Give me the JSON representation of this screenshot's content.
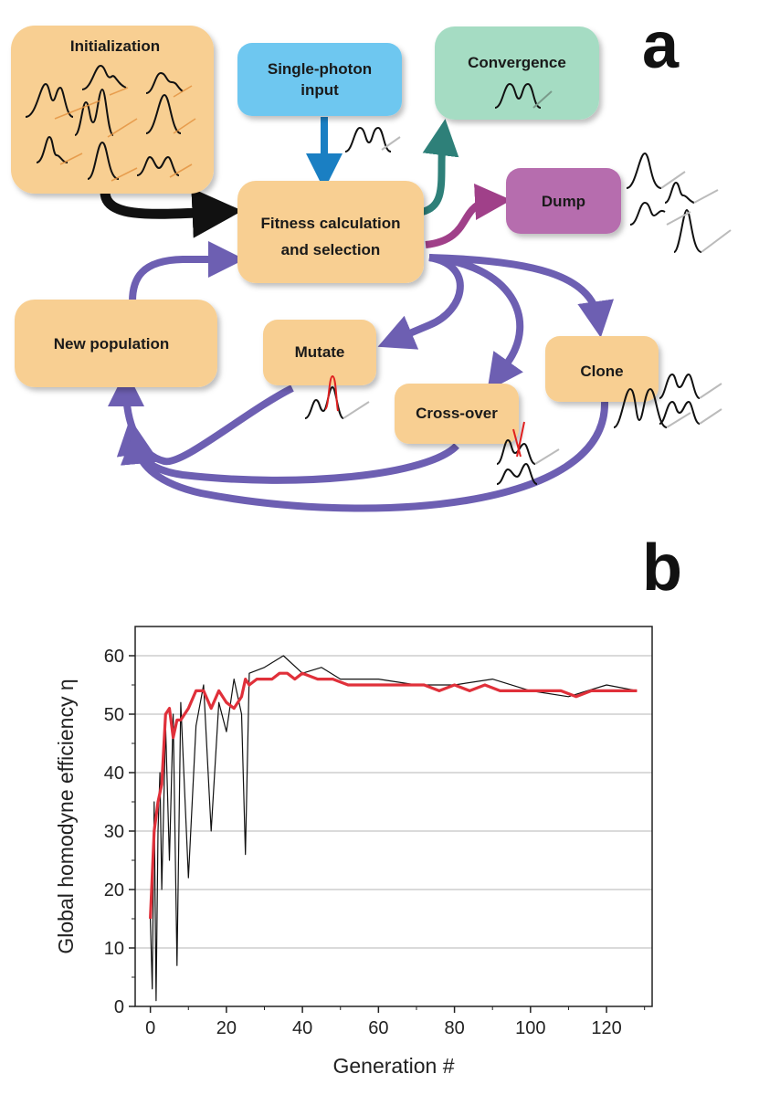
{
  "panel_a": {
    "letter": "a",
    "boxes": {
      "initialization": "Initialization",
      "single_photon_input": [
        "Single-photon",
        "input"
      ],
      "convergence": "Convergence",
      "fitness": [
        "Fitness calculation",
        "and selection"
      ],
      "dump": "Dump",
      "new_population": "New population",
      "mutate": "Mutate",
      "cross_over": "Cross-over",
      "clone": "Clone"
    },
    "colors": {
      "orange_box": "#f8cf92",
      "blue_box": "#6ec7f0",
      "green_box": "#a5dcc3",
      "purple_box": "#b66dae",
      "loop_arrow": "#6d5fb2",
      "input_arrow": "#1a7fc3",
      "convergence_arrow": "#2e8079",
      "dump_arrow": "#a04089",
      "init_arrow": "#111111",
      "mutation_mark": "#e02020"
    }
  },
  "panel_b": {
    "letter": "b"
  },
  "chart_data": {
    "type": "line",
    "title": "",
    "xlabel": "Generation #",
    "ylabel": "Global homodyne efficiency η",
    "xlim": [
      -4,
      132
    ],
    "ylim": [
      0,
      65
    ],
    "xticks": [
      0,
      20,
      40,
      60,
      80,
      100,
      120
    ],
    "yticks": [
      0,
      10,
      20,
      30,
      40,
      50,
      60
    ],
    "grid": "horizontal",
    "series": [
      {
        "color": "#111111",
        "style": "noisy individual fitness trace",
        "x": [
          0,
          0.5,
          1,
          1.5,
          2,
          2.5,
          3,
          4,
          5,
          6,
          7,
          8,
          10,
          12,
          14,
          16,
          18,
          20,
          22,
          24,
          25,
          26,
          30,
          35,
          40,
          45,
          50,
          60,
          70,
          80,
          90,
          100,
          110,
          120,
          128
        ],
        "values": [
          15,
          3,
          35,
          1,
          30,
          40,
          20,
          48,
          25,
          50,
          7,
          52,
          22,
          48,
          55,
          30,
          52,
          47,
          56,
          50,
          26,
          57,
          58,
          60,
          57,
          58,
          56,
          56,
          55,
          55,
          56,
          54,
          53,
          55,
          54
        ]
      },
      {
        "color": "#e0303a",
        "style": "best-of-generation average",
        "x": [
          0,
          1,
          2,
          3,
          4,
          5,
          6,
          7,
          8,
          9,
          10,
          12,
          14,
          16,
          18,
          20,
          22,
          24,
          25,
          26,
          28,
          30,
          32,
          34,
          36,
          38,
          40,
          44,
          48,
          52,
          56,
          60,
          64,
          68,
          72,
          76,
          80,
          84,
          88,
          92,
          96,
          100,
          104,
          108,
          112,
          116,
          120,
          124,
          128
        ],
        "values": [
          15,
          30,
          35,
          38,
          50,
          51,
          46,
          49,
          49,
          50,
          51,
          54,
          54,
          51,
          54,
          52,
          51,
          53,
          56,
          55,
          56,
          56,
          56,
          57,
          57,
          56,
          57,
          56,
          56,
          55,
          55,
          55,
          55,
          55,
          55,
          54,
          55,
          54,
          55,
          54,
          54,
          54,
          54,
          54,
          53,
          54,
          54,
          54,
          54
        ]
      }
    ]
  }
}
